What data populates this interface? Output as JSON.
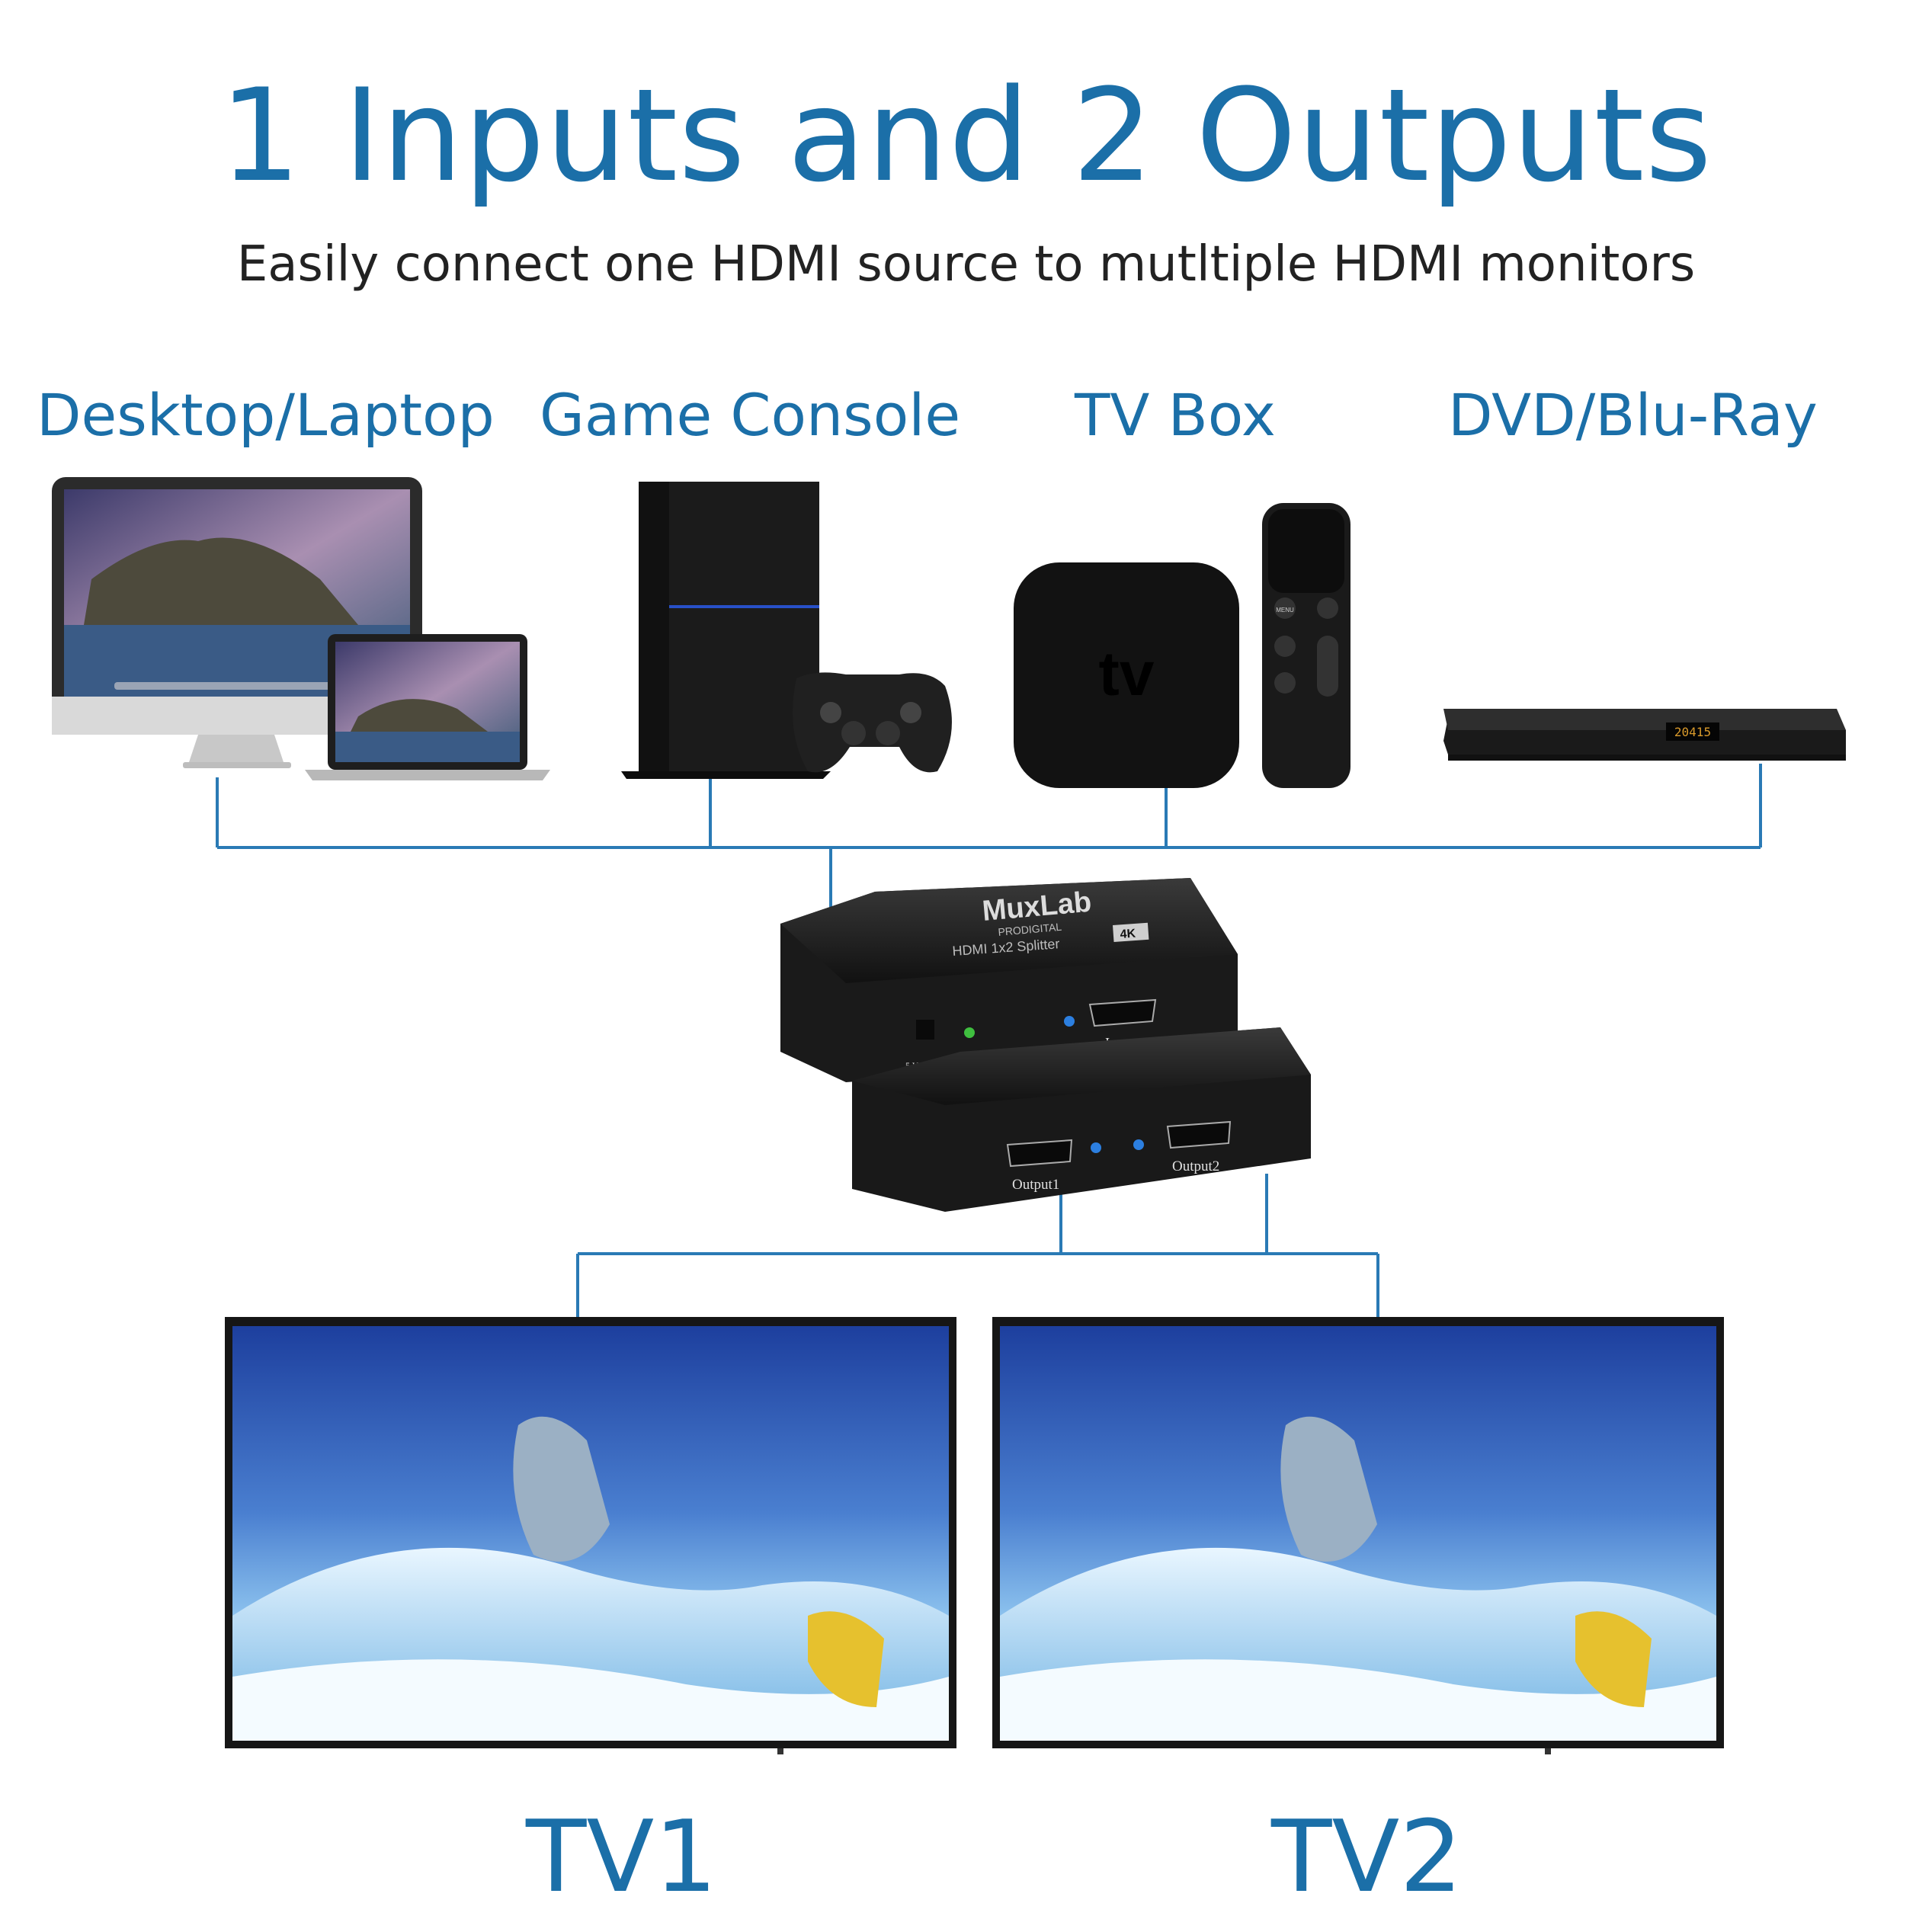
{
  "title": "1 Inputs and 2 Outputs",
  "subtitle": "Easily connect one HDMI source to mutltiple HDMI monitors",
  "sources": [
    {
      "label": "Desktop/Laptop"
    },
    {
      "label": "Game Console"
    },
    {
      "label": "TV Box"
    },
    {
      "label": "DVD/Blu-Ray"
    }
  ],
  "splitter": {
    "brand": "MuxLab",
    "brand_sub": "PRODIGITAL",
    "model": "HDMI 1x2 Splitter",
    "badge": "4K",
    "power_label": "5 V/DC 1 A",
    "input_label": "Input",
    "output1_label": "Output1",
    "output2_label": "Output2"
  },
  "devices": {
    "apple_tv_text": "tv",
    "remote_menu": "MENU",
    "dvd_display": "20415"
  },
  "outputs": [
    {
      "label": "TV1"
    },
    {
      "label": "TV2"
    }
  ],
  "colors": {
    "accent": "#1b6fa8",
    "line": "#2a7ab5",
    "device": "#1c1c1c"
  }
}
